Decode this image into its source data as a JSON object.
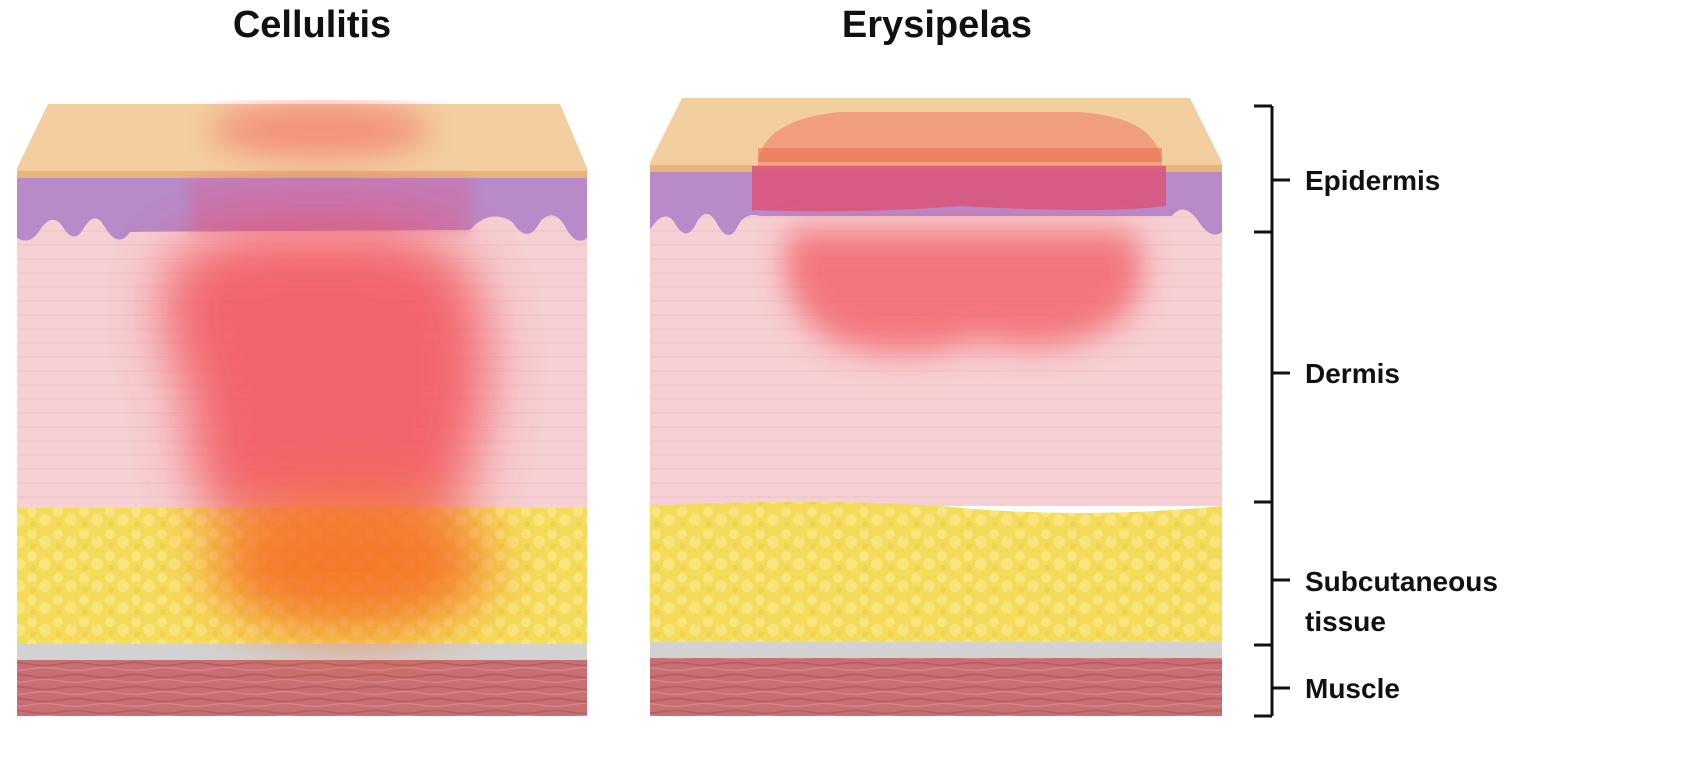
{
  "panels": {
    "left_title": "Cellulitis",
    "right_title": "Erysipelas"
  },
  "layers": {
    "epidermis": "Epidermis",
    "dermis": "Dermis",
    "subcutaneous_line1": "Subcutaneous",
    "subcutaneous_line2": "tissue",
    "muscle": "Muscle"
  },
  "colors": {
    "epidermis_top": "#f3cfa0",
    "basal_layer": "#b88ac8",
    "dermis": "#f6d0d3",
    "fat": "#f5db5a",
    "fascia": "#d2d2d2",
    "muscle": "#c86f73",
    "inflammation_red": "#f2474f",
    "inflammation_orange": "#f46a22"
  }
}
